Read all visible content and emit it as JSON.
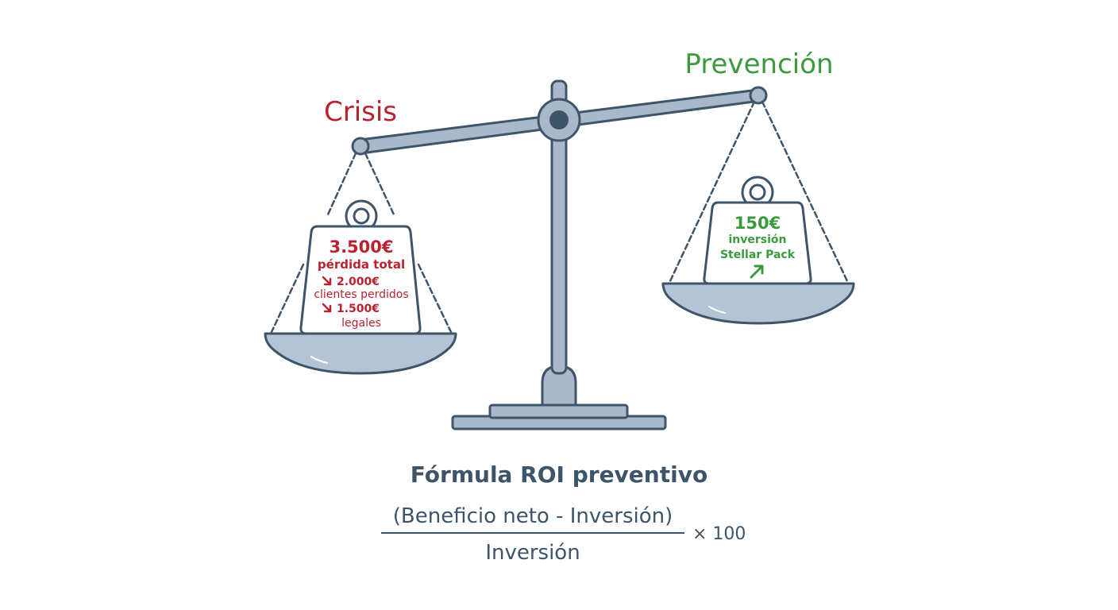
{
  "labels": {
    "left": "Crisis",
    "right": "Prevención"
  },
  "left_weight": {
    "total": "3.500€",
    "total_label": "pérdida total",
    "items": [
      {
        "value": "2.000€",
        "label": "clientes perdidos",
        "icon": "arrow-down-right-icon"
      },
      {
        "value": "1.500€",
        "label": "legales",
        "icon": "arrow-down-right-icon"
      }
    ]
  },
  "right_weight": {
    "value": "150€",
    "line1": "inversión",
    "line2": "Stellar Pack",
    "icon": "arrow-up-right-icon"
  },
  "formula": {
    "title": "Fórmula ROI preventivo",
    "numerator": "(Beneficio neto - Inversión)",
    "denominator": "Inversión",
    "multiplier": "× 100"
  },
  "colors": {
    "crisis": "#b8232f",
    "prevention": "#3c9a3e",
    "outline": "#3e5468",
    "metal": "#a9b9cb",
    "pan": "#b5c4d5"
  }
}
